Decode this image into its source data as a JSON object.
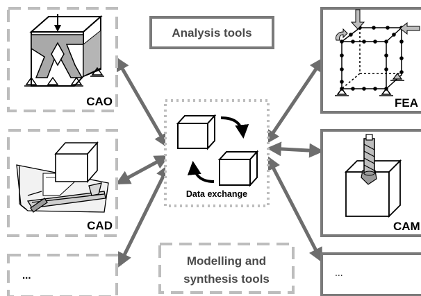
{
  "panels": {
    "analysis_tools": "Analysis tools",
    "modelling_tools_line1": "Modelling and",
    "modelling_tools_line2": "synthesis tools",
    "data_exchange": "Data exchange",
    "cao": "CAO",
    "cad": "CAD",
    "fea": "FEA",
    "cam": "CAM",
    "left_more": "...",
    "right_more": "..."
  },
  "colors": {
    "dashed_border": "#bdbdbd",
    "solid_border": "#7a7a7a",
    "arrow": "#6d6d6d",
    "structure_fill": "#a9a9a9",
    "text": "#000000"
  },
  "icons": {
    "center": "two-cubes-with-cycle-arrows",
    "cao": "topology-optimization-cube",
    "cad": "cube-on-drafting-board",
    "fea": "fea-mesh-cube",
    "cam": "milling-tool-on-cube"
  }
}
